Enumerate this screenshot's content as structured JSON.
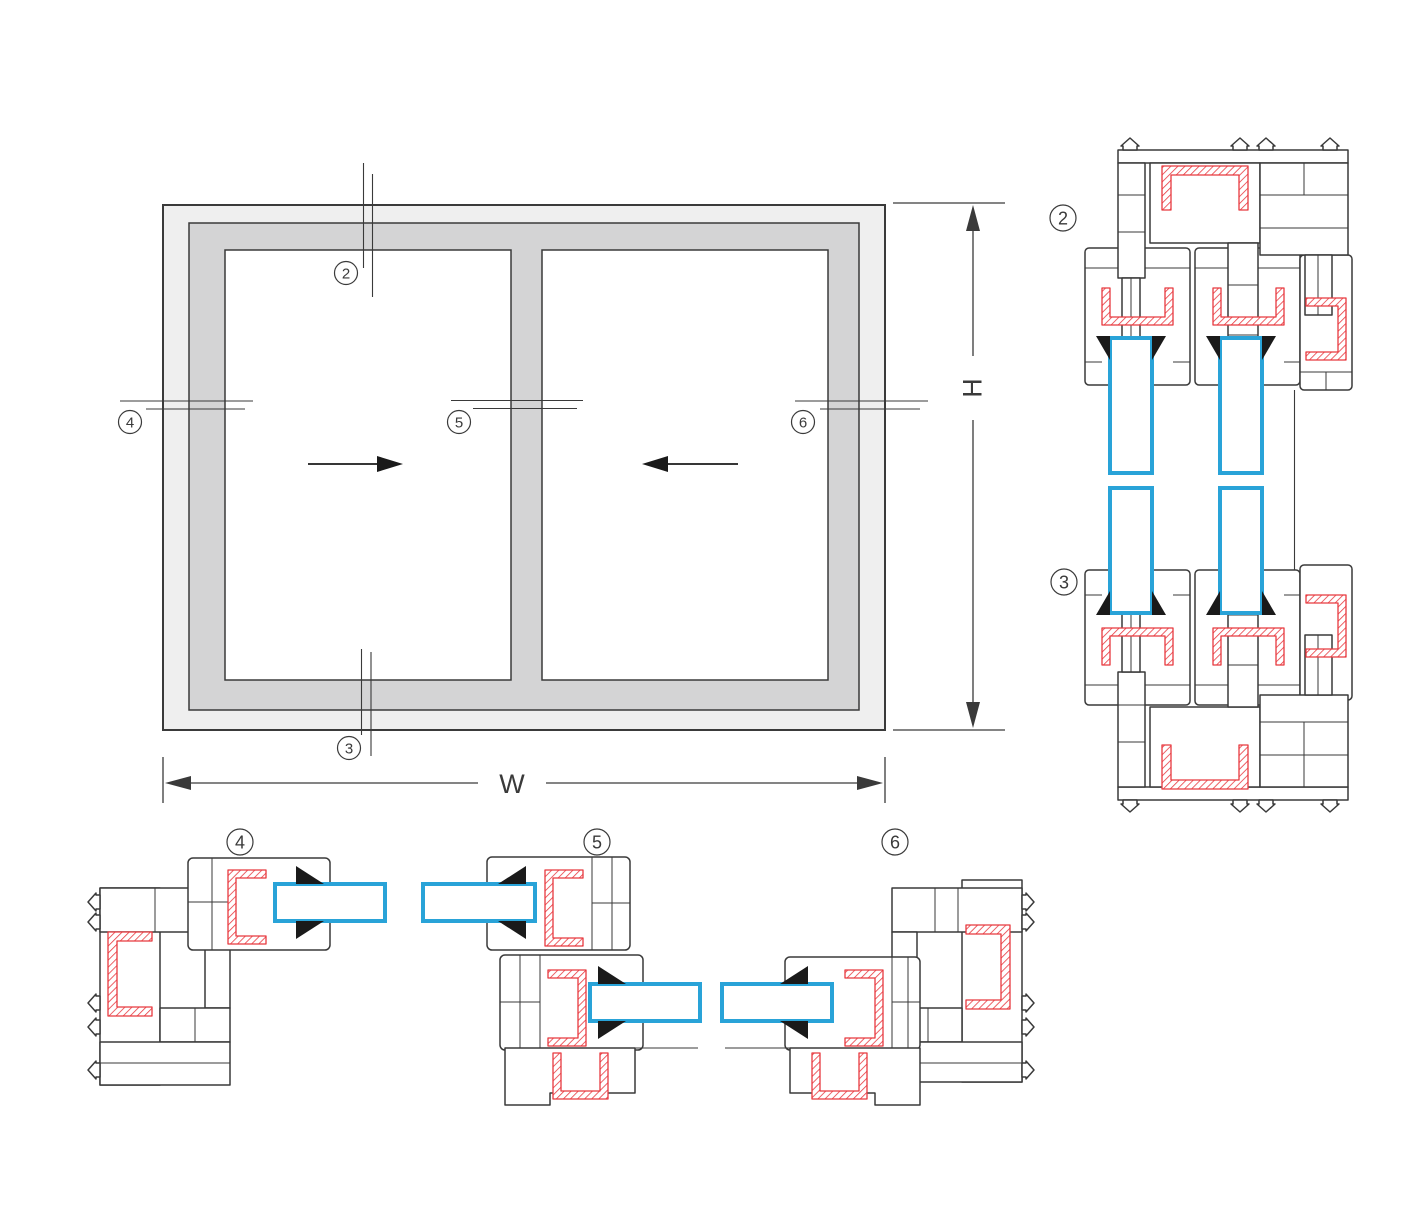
{
  "diagram": {
    "dimension_labels": {
      "width": "W",
      "height": "H"
    },
    "markers": {
      "head": "2",
      "sill": "3",
      "left_jamb": "4",
      "interlock": "5",
      "right_jamb": "6"
    },
    "colors": {
      "outline": "#3a3a3a",
      "frame_fill": "#efefef",
      "sash_fill": "#d4d4d5",
      "glass_outline": "#29a3d8",
      "reinforcement_red": "#e8393f",
      "background": "#ffffff"
    }
  }
}
